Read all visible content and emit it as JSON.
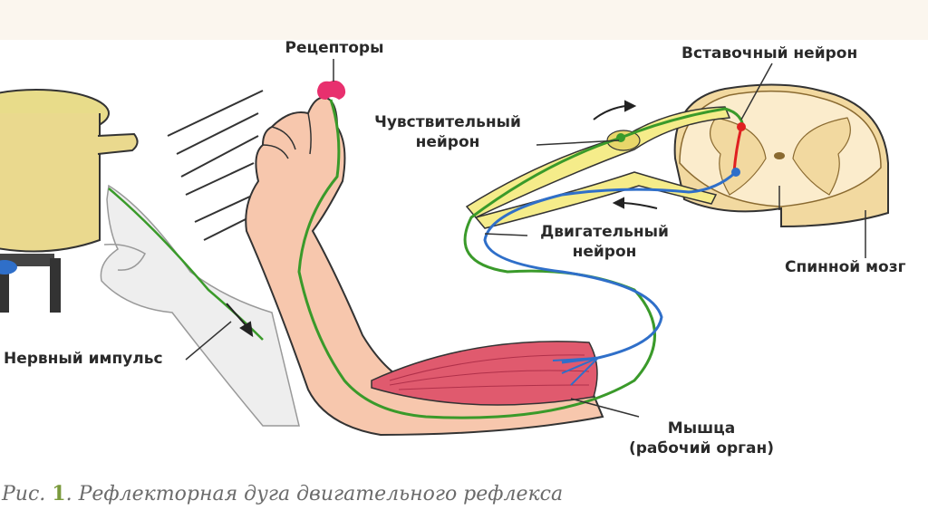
{
  "labels": {
    "receptors": "Рецепторы",
    "sensory_neuron": [
      "Чувствительный",
      "нейрон"
    ],
    "interneuron": "Вставочный нейрон",
    "motor_neuron": [
      "Двигательный",
      "нейрон"
    ],
    "spinal_cord": "Спинной мозг",
    "nerve_impulse": "Нервный импульс",
    "muscle": [
      "Мышца",
      "(рабочий орган)"
    ]
  },
  "caption": {
    "prefix": "Рис. ",
    "number": "1",
    "text": ". Рефлекторная дуга двигательного рефлекса"
  },
  "colors": {
    "sensory_path": "#3a9a2a",
    "motor_path": "#2f6fc9",
    "skin": "#f7c7ad",
    "muscle": "#e05a6e",
    "receptor": "#e8306e",
    "spinal_grey": "#f2d9a0",
    "spinal_white": "#fbeccc",
    "nerve_fill": "#f5ec8a"
  }
}
